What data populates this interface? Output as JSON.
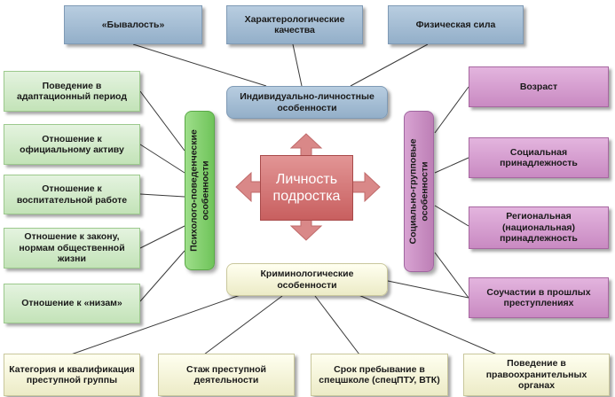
{
  "top": [
    "«Бывалость»",
    "Характерологические качества",
    "Физическая сила"
  ],
  "individual_label": "Индивидуально-личностные особенности",
  "left": [
    "Поведение в адаптационный период",
    "Отношение к официальному активу",
    "Отношение к воспитательной работе",
    "Отношение к закону, нормам общественной жизни",
    "Отношение к «низам»"
  ],
  "psych_label": "Психолого-поведенческие особенности",
  "center_label": "Личность подростка",
  "social_label": "Социально-групповые особенности",
  "right": [
    "Возраст",
    "Социальная принадлежность",
    "Региональная (национальная) принадлежность",
    "Соучастии в прошлых преступлениях"
  ],
  "crim_label": "Криминологические особенности",
  "bottom": [
    "Категория и квалификация преступной группы",
    "Стаж преступной деятельности",
    "Срок пребывание в спецшколе (спецПТУ, ВТК)",
    "Поведение в правоохранительных органах"
  ],
  "colors": {
    "blue": "#a7bfd6",
    "green_box": "#d5ecce",
    "green_vertical": "#7fd16a",
    "purple": "#d39ccd",
    "cream": "#f6f5dc",
    "center": "#d77a7a",
    "arrow": "#d98888"
  }
}
